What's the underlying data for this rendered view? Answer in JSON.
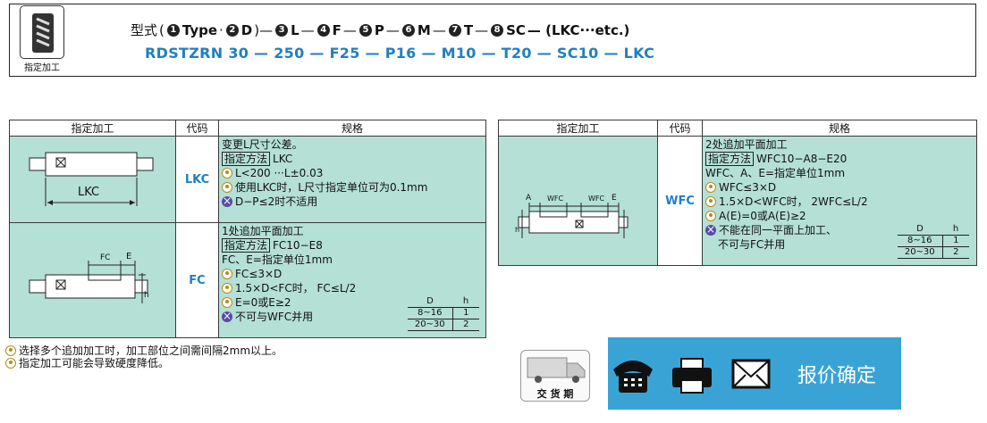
{
  "header": {
    "icon_caption": "指定加工",
    "formula": {
      "prefix": "型式",
      "open": "(",
      "items": [
        {
          "num": "1",
          "text": "Type"
        },
        {
          "sep": "·",
          "num": "2",
          "text": "D"
        },
        {
          "sep": ")—",
          "num": "3",
          "text": "L"
        },
        {
          "sep": "—",
          "num": "4",
          "text": "F"
        },
        {
          "sep": "—",
          "num": "5",
          "text": "P"
        },
        {
          "sep": "—",
          "num": "6",
          "text": "M"
        },
        {
          "sep": "—",
          "num": "7",
          "text": "T"
        },
        {
          "sep": "—",
          "num": "8",
          "text": "SC"
        }
      ],
      "suffix": "— (LKC···etc.)"
    },
    "example": "RDSTZRN 30 — 250 — F25 — P16 — M10 — T20 — SC10 — LKC"
  },
  "table_headers": {
    "col1": "指定加工",
    "col2": "代码",
    "col3": "规格"
  },
  "rows": {
    "lkc": {
      "code": "LKC",
      "drawing_label": "LKC",
      "lines": [
        "变更L尺寸公差。"
      ],
      "method_tag": "指定方法",
      "method_value": "LKC",
      "tips": [
        "L<200 ···L±0.03",
        "使用LKC时，L尺寸指定单位可为0.1mm"
      ],
      "no": "D−P≤2时不适用"
    },
    "fc": {
      "code": "FC",
      "drawing_labels": {
        "fc": "FC",
        "e": "E",
        "h": "h"
      },
      "lines": [
        "1处追加平面加工"
      ],
      "method_tag": "指定方法",
      "method_value": "FC10−E8",
      "unit_line": "FC、E=指定单位1mm",
      "tips": [
        "FC≤3×D",
        "1.5×D<FC时， FC≤L/2",
        "E=0或E≥2"
      ],
      "no": "不可与WFC并用",
      "mini": {
        "h1": "D",
        "h2": "h",
        "rows": [
          [
            "8~16",
            "1"
          ],
          [
            "20~30",
            "2"
          ]
        ]
      }
    },
    "wfc": {
      "code": "WFC",
      "drawing_labels": {
        "a": "A",
        "wfc1": "WFC",
        "wfc2": "WFC",
        "e": "E",
        "h": "h"
      },
      "lines": [
        "2处追加平面加工"
      ],
      "method_tag": "指定方法",
      "method_value": "WFC10−A8−E20",
      "unit_line": "WFC、A、E=指定单位1mm",
      "tips": [
        "WFC≤3×D",
        "1.5×D<WFC时， 2WFC≤L/2",
        "A(E)=0或A(E)≥2"
      ],
      "no": "不能在同一平面上加工、",
      "no2": "不可与FC并用",
      "mini": {
        "h1": "D",
        "h2": "h",
        "rows": [
          [
            "8~16",
            "1"
          ],
          [
            "20~30",
            "2"
          ]
        ]
      }
    }
  },
  "notes": [
    "选择多个追加加工时，加工部位之间需间隔2mm以上。",
    "指定加工可能会导致硬度降低。"
  ],
  "buttons": {
    "delivery": "交 货 期",
    "quote": "报价确定"
  },
  "colors": {
    "accent": "#1f7fc4",
    "cell": "#b4e0d6",
    "button": "#3aa3d6"
  }
}
